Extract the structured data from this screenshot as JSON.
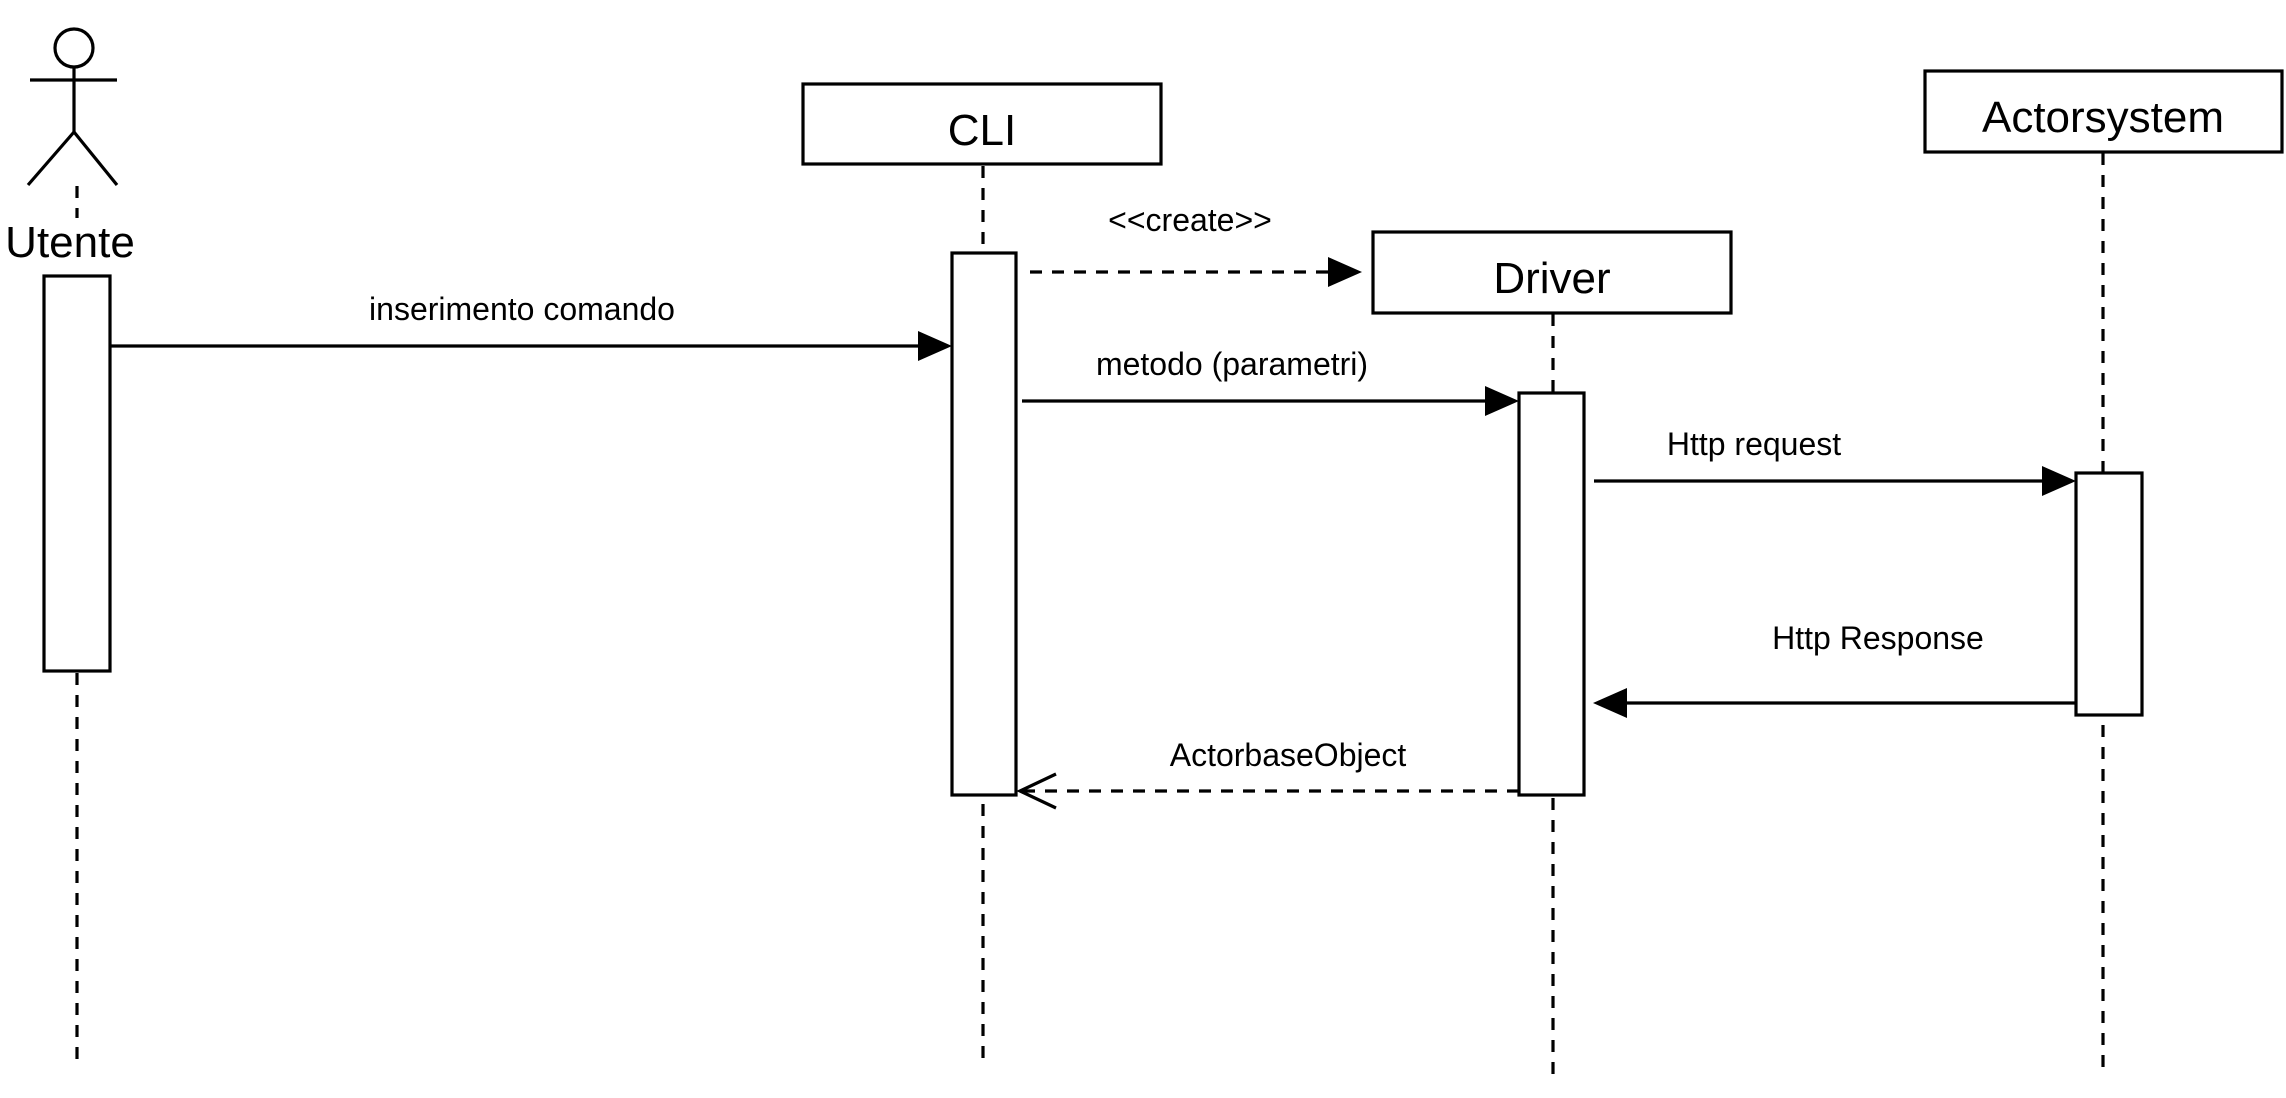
{
  "participants": {
    "utente": "Utente",
    "cli": "CLI",
    "driver": "Driver",
    "actorsystem": "Actorsystem"
  },
  "messages": {
    "create": "<<create>>",
    "inserimento": "inserimento comando",
    "metodo": "metodo (parametri)",
    "http_request": "Http request",
    "http_response": "Http Response",
    "return_object": "ActorbaseObject"
  }
}
